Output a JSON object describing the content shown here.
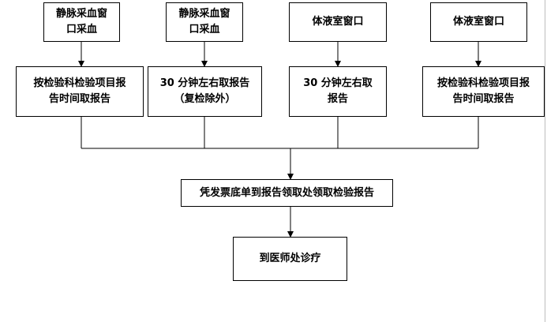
{
  "row1": [
    {
      "lines": [
        "静脉采血窗",
        "口采血"
      ]
    },
    {
      "lines": [
        "静脉采血窗",
        "口采血"
      ]
    },
    {
      "lines": [
        "体液室窗口"
      ]
    },
    {
      "lines": [
        "体液室窗口"
      ]
    }
  ],
  "row2": [
    {
      "lines": [
        "按检验科检验项目报",
        "告时间取报告"
      ]
    },
    {
      "lines": [
        "30 分钟左右取报告",
        "（复检除外）"
      ]
    },
    {
      "lines": [
        "30 分钟左右取",
        "报告"
      ]
    },
    {
      "lines": [
        "按检验科检验项目报",
        "告时间取报告"
      ]
    }
  ],
  "merge": {
    "label": "凭发票底单到报告领取处领取检验报告"
  },
  "final": {
    "label": "到医师处诊疗"
  }
}
